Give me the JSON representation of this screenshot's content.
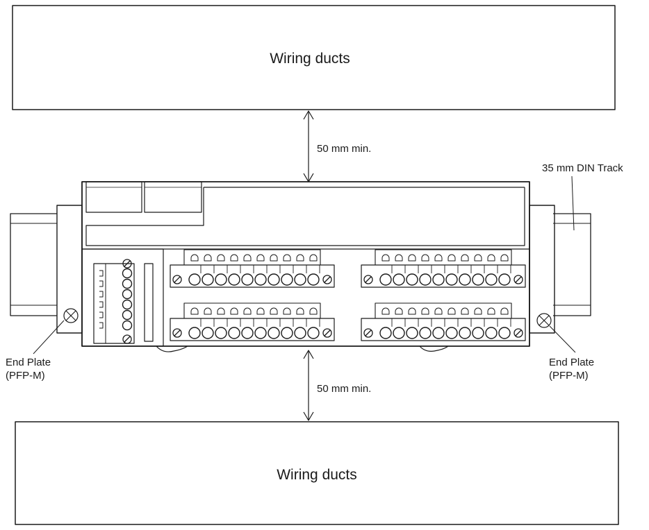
{
  "labels": {
    "duct_top": "Wiring ducts",
    "duct_bottom": "Wiring ducts",
    "clearance_top": "50 mm min.",
    "clearance_bottom": "50 mm min.",
    "din_track": "35 mm DIN Track",
    "end_plate_left_line1": "End Plate",
    "end_plate_left_line2": "(PFP-M)",
    "end_plate_right_line1": "End Plate",
    "end_plate_right_line2": "(PFP-M)"
  },
  "terminal_blocks": {
    "count": 4,
    "terminals_per_block": 10
  },
  "colors": {
    "line": "#1a1a1a",
    "background": "#ffffff"
  }
}
